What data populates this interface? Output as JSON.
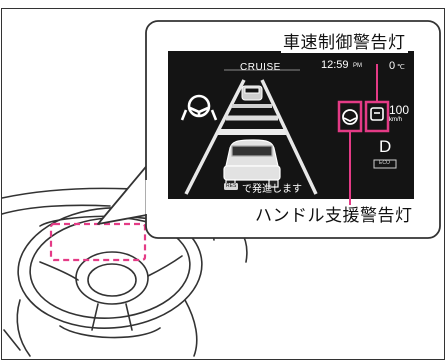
{
  "display": {
    "cruise_label": "CRUISE",
    "clock_time": "12:59",
    "clock_period": "PM",
    "temperature": "0",
    "temperature_unit": "℃",
    "speed_value": "100",
    "speed_unit": "km/h",
    "gear": "D",
    "mode_badge": "ECO",
    "resume_hint_key": "RES",
    "resume_hint_text": "で発進します"
  },
  "callouts": {
    "vehicle_speed_control_warning": "車速制御警告灯",
    "steering_assist_warning": "ハンドル支援警告灯"
  },
  "colors": {
    "highlight": "#e43b86",
    "screen": "#141414",
    "callout_border": "#333333"
  }
}
